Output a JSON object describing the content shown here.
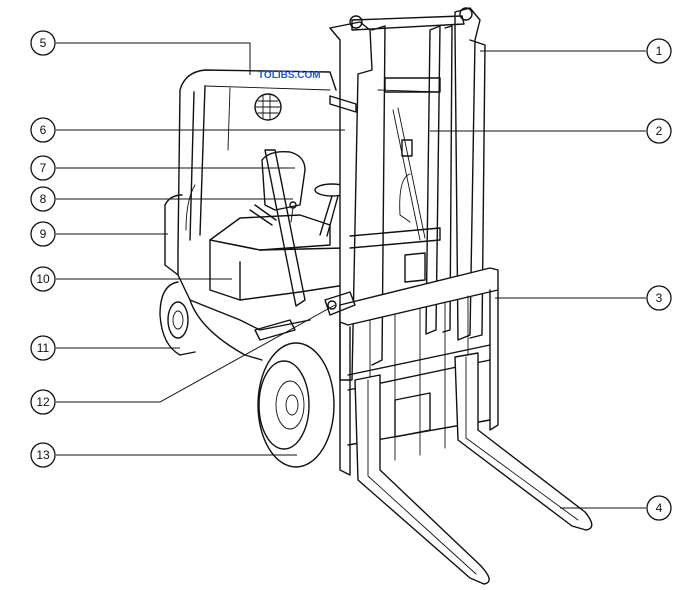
{
  "watermark": "TOLIBS.COM",
  "callouts": [
    "1",
    "2",
    "3",
    "4",
    "5",
    "6",
    "7",
    "8",
    "9",
    "10",
    "11",
    "12",
    "13"
  ],
  "colors": {
    "line": "#111111",
    "watermark": "#2a56c6"
  }
}
